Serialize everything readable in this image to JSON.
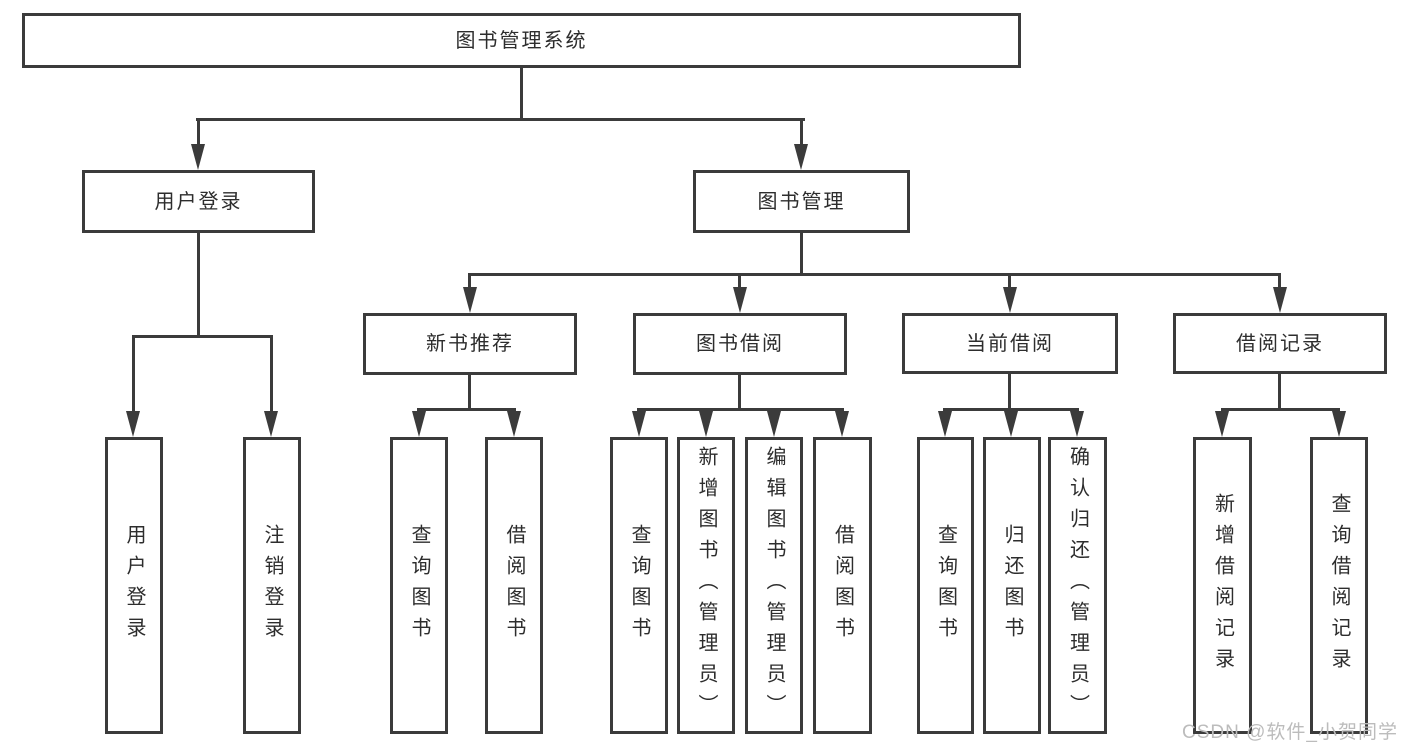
{
  "colors": {
    "line_color": "#3b3b3b",
    "text_color": "#2d2d2d",
    "box_bg": "#ffffff",
    "watermark_color": "#bcbcbc"
  },
  "watermark": {
    "text": "CSDN @软件_小贺同学"
  },
  "tree": {
    "root": {
      "label": "图书管理系统"
    },
    "children": [
      {
        "label": "用户登录",
        "children": [
          {
            "label": "用户登录"
          },
          {
            "label": "注销登录"
          }
        ]
      },
      {
        "label": "图书管理",
        "children": [
          {
            "label": "新书推荐",
            "children": [
              {
                "label": "查询图书"
              },
              {
                "label": "借阅图书"
              }
            ]
          },
          {
            "label": "图书借阅",
            "children": [
              {
                "label": "查询图书"
              },
              {
                "label": "新增图书（管理员）"
              },
              {
                "label": "编辑图书（管理员）"
              },
              {
                "label": "借阅图书"
              }
            ]
          },
          {
            "label": "当前借阅",
            "children": [
              {
                "label": "查询图书"
              },
              {
                "label": "归还图书"
              },
              {
                "label": "确认归还（管理员）"
              }
            ]
          },
          {
            "label": "借阅记录",
            "children": [
              {
                "label": "新增借阅记录"
              },
              {
                "label": "查询借阅记录"
              }
            ]
          }
        ]
      }
    ]
  }
}
